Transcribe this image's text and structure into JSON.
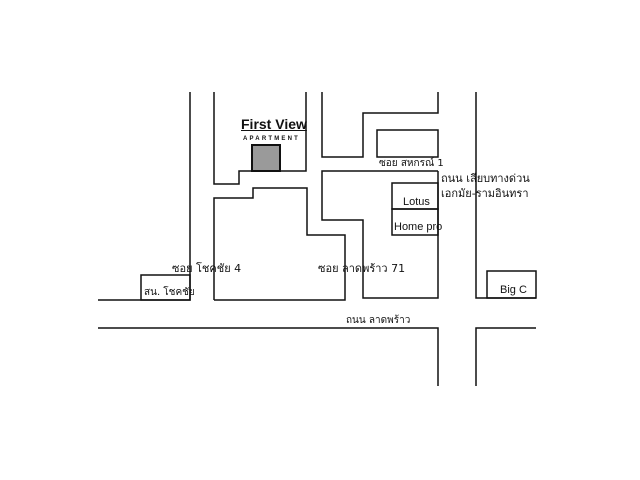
{
  "place": {
    "name": "First View",
    "type": "APARTMENT",
    "color": "#9a9a9a"
  },
  "labels": {
    "soi_sahakorn": "ซอย สหกรณ์ 1",
    "expressway_1": "ถนน เลียบทางด่วน",
    "expressway_2": "เอกมัย-รามอินทรา",
    "lotus": "Lotus",
    "homepro": "Home pro",
    "soi_chokchai": "ซอย โชคชัย 4",
    "soi_ladprao": "ซอย ลาดพร้าว 71",
    "police": "สน. โชคชัย",
    "bigc": "Big C",
    "ladprao_road": "ถนน ลาดพร้าว"
  }
}
